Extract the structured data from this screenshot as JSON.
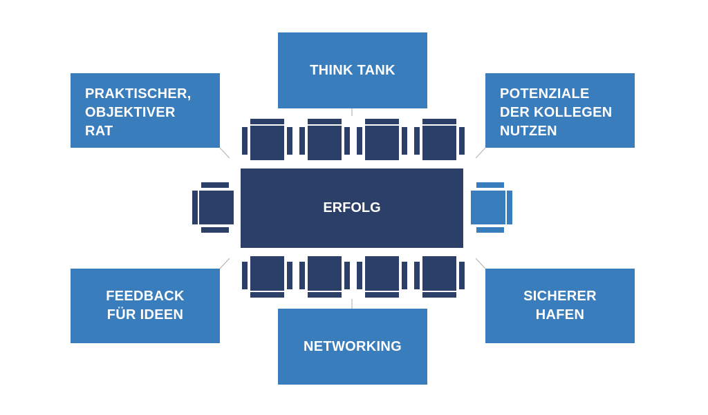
{
  "diagram": {
    "center_label": "ERFOLG",
    "boxes": {
      "top_center": "THINK TANK",
      "top_left": "PRAKTISCHER,\nOBJEKTIVER\nRAT",
      "top_right": "POTENZIALE\nDER KOLLEGEN\nNUTZEN",
      "bottom_left": "FEEDBACK\nFÜR IDEEN",
      "bottom_center": "NETWORKING",
      "bottom_right": "SICHERER\nHAFEN"
    },
    "colors": {
      "box_blue": "#3a7dbd",
      "table_navy": "#2b3f68",
      "connector_gray": "#b5b5b5"
    }
  }
}
